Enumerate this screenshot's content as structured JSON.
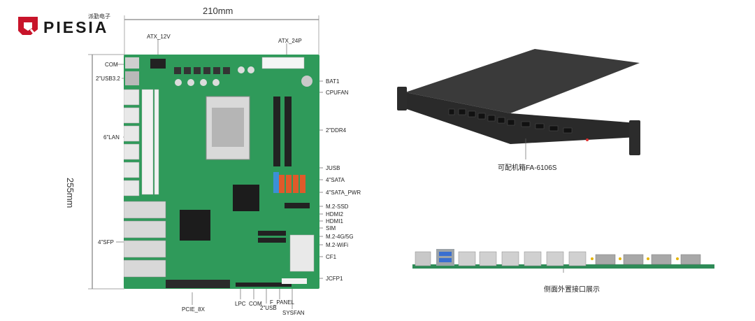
{
  "brand": {
    "name": "PIESIA",
    "subtitle": "派勤电子",
    "logo_color": "#c8142a"
  },
  "dimensions": {
    "width": "210mm",
    "height": "255mm"
  },
  "board_labels": {
    "atx12v": "ATX_12V",
    "atx24p": "ATX_24P",
    "com_top": "COM",
    "usb32": "2\"USB3.2",
    "bat1": "BAT1",
    "cpufan": "CPUFAN",
    "lan": "6\"LAN",
    "ddr4": "2\"DDR4",
    "jusb": "JUSB",
    "sata": "4\"SATA",
    "sata_pwr": "4\"SATA_PWR",
    "m2ssd": "M.2-SSD",
    "hdmi2": "HDMI2",
    "hdmi1": "HDMI1",
    "sim": "SIM",
    "sfp": "4\"SFP",
    "m2_4g5g": "M.2-4G/5G",
    "m2_wifi": "M.2-WiFi",
    "cf1": "CF1",
    "jcfp1": "JCFP1",
    "pcie8x": "PCIE_8X",
    "lpc": "LPC",
    "com_bottom": "COM",
    "usb2": "2\"USB",
    "fpanel": "F_PANEL",
    "sysfan": "SYSFAN"
  },
  "chassis": {
    "caption": "可配机箱FA-6106S",
    "side_caption": "侧面外置接口展示"
  }
}
